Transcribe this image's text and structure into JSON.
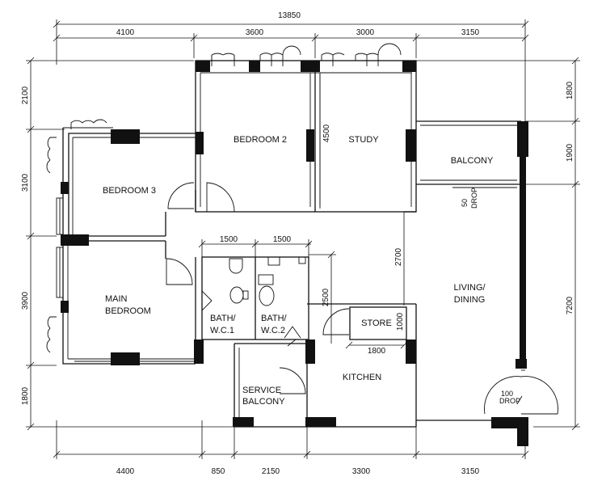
{
  "dimensions": {
    "overall_width": "13850",
    "top_segments": [
      "4100",
      "3600",
      "3000",
      "3150"
    ],
    "bottom_segments": [
      "4400",
      "850",
      "2150",
      "3300",
      "3150"
    ],
    "left_segments": [
      "2100",
      "3100",
      "3900",
      "1800"
    ],
    "right_segments": [
      "1800",
      "1900",
      "7200"
    ],
    "bath_widths": [
      "1500",
      "1500"
    ],
    "study_height": "4500",
    "living_wall": "2700",
    "bath_height": "2500",
    "store_depth": "1000",
    "store_width": "1800",
    "drop_balcony": "50",
    "drop_entrance": "100"
  },
  "rooms": {
    "bedroom2": "BEDROOM 2",
    "study": "STUDY",
    "balcony": "BALCONY",
    "bedroom3": "BEDROOM 3",
    "main_bedroom_line1": "MAIN",
    "main_bedroom_line2": "BEDROOM",
    "bath1_line1": "BATH/",
    "bath1_line2": "W.C.1",
    "bath2_line1": "BATH/",
    "bath2_line2": "W.C.2",
    "store": "STORE",
    "kitchen": "KITCHEN",
    "living_line1": "LIVING/",
    "living_line2": "DINING",
    "service_line1": "SERVICE",
    "service_line2": "BALCONY",
    "drop_label": "DROP"
  }
}
